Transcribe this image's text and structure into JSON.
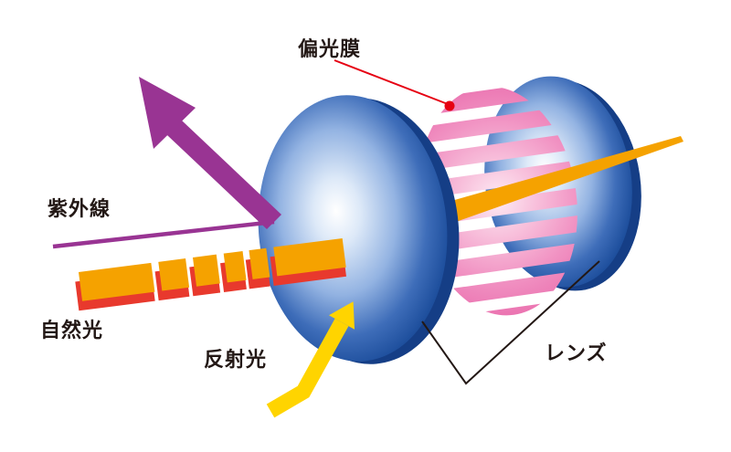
{
  "diagram": {
    "labels": {
      "polarizing_film": "偏光膜",
      "uv_light": "紫外線",
      "natural_light": "自然光",
      "reflected_light": "反射光",
      "lens": "レンズ"
    },
    "colors": {
      "background": "#FFFFFF",
      "lens_blue_edge": "#1A478F",
      "lens_blue_rim": "#153E86",
      "film_pink": "#EE7FB7",
      "beam_orange": "#F5A200",
      "natural_light_red": "#E8392D",
      "uv_purple": "#993493",
      "reflected_yellow": "#FFD400",
      "film_pointer_red": "#E60012",
      "lens_pointer_black": "#231815",
      "label_text": "#231815"
    }
  }
}
